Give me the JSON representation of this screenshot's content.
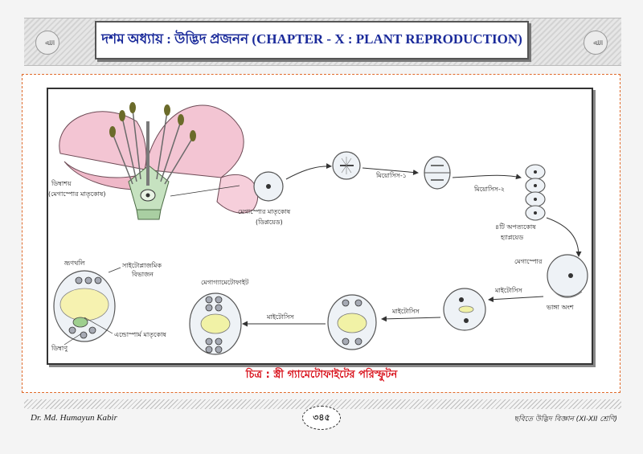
{
  "header": {
    "title": "দশম অধ্যায় : উদ্ভিদ প্রজনন (CHAPTER - X : PLANT REPRODUCTION)",
    "seal_text": "ﷲ"
  },
  "figure": {
    "labels": {
      "ovary": "ডিম্বাশয়",
      "ovary_note": "(মেগাস্পোর মাতৃকোষ)",
      "mmc": "মেগাস্পোর মাতৃকোষ",
      "mmc_note": "(ডিপ্লয়েড)",
      "meiosis1": "মিয়োসিস-১",
      "meiosis2": "মিয়োসিস-২",
      "four_cells": "৪টি অপত্যকোষ",
      "haploid": "হ্যাপ্লয়েড",
      "megaspore": "মেগাস্পোর",
      "degenerate": "ভাঙ্গা অংশ",
      "mitosis1": "মাইটোসিস",
      "mitosis2": "মাইটোসিস",
      "mitosis3": "মাইটোসিস",
      "megagametophyte": "মেগাগ্যামেটোফাইট",
      "embryo_sac": "ভ্রূণথলি",
      "cyto_division": "সাইটোপ্লাজমিক",
      "cyto_division2": "বিভাজন",
      "endosperm": "এন্ডোস্পার্ম মাতৃকোষ",
      "egg": "ডিম্বাণু"
    }
  },
  "caption": "চিত্র : স্ত্রী গ্যামেটোফাইটের পরিস্ফুটন",
  "footer": {
    "author": "Dr. Md. Humayun Kabir",
    "page": "৩৪৫",
    "book": "ছবিতে উদ্ভিদ বিজ্ঞান (XI-XII শ্রেণি)"
  }
}
